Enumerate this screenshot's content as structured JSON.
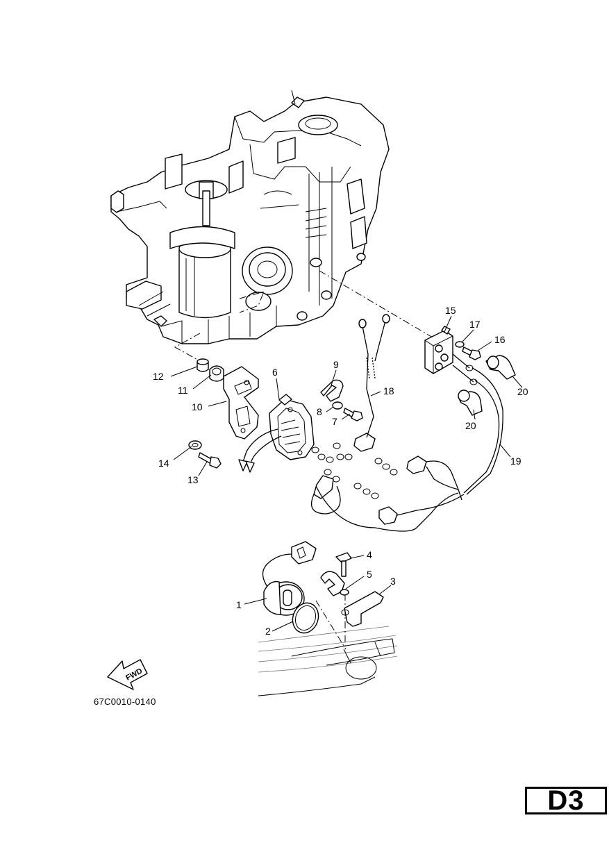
{
  "page": {
    "diagram_code": "67C0010-0140",
    "page_tag": "D3",
    "fwd_arrow_label": "FWD"
  },
  "callouts": [
    {
      "id": "c12",
      "label": "12"
    },
    {
      "id": "c11",
      "label": "11"
    },
    {
      "id": "c10",
      "label": "10"
    },
    {
      "id": "c6",
      "label": "6"
    },
    {
      "id": "c9",
      "label": "9"
    },
    {
      "id": "c8",
      "label": "8"
    },
    {
      "id": "c7",
      "label": "7"
    },
    {
      "id": "c14",
      "label": "14"
    },
    {
      "id": "c13",
      "label": "13"
    },
    {
      "id": "c18",
      "label": "18"
    },
    {
      "id": "c15",
      "label": "15"
    },
    {
      "id": "c17",
      "label": "17"
    },
    {
      "id": "c16",
      "label": "16"
    },
    {
      "id": "c20a",
      "label": "20"
    },
    {
      "id": "c20b",
      "label": "20"
    },
    {
      "id": "c19",
      "label": "19"
    },
    {
      "id": "c4",
      "label": "4"
    },
    {
      "id": "c5",
      "label": "5"
    },
    {
      "id": "c3",
      "label": "3"
    },
    {
      "id": "c1",
      "label": "1"
    },
    {
      "id": "c2",
      "label": "2"
    }
  ]
}
